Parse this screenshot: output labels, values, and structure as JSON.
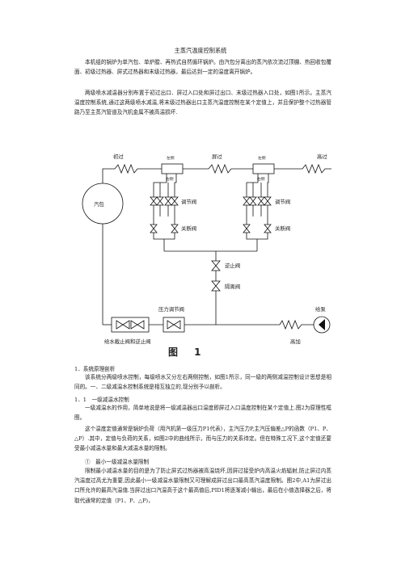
{
  "title": "主蒸汽温度控制系统",
  "intro": [
    "本机组的锅炉为单汽包、单炉膛、再热式自然循环锅炉。由汽包分离出的蒸汽依次流过顶棚、热回收包覆面、初级过热器、屏式过热器和末级过热器，最后达到一定的温度离开锅炉。",
    "两级喷水减温器分别布置于初过出口、屏过入口处和屏过出口、末级过热器入口处，如图1所示。主蒸汽温度控制系统,通过这两级喷水减温,将末级过热器出口主蒸汽温度控制在某个定值上，并且保护整个过热器管路乃至主蒸汽管道及汽机金属不被高温损坏."
  ],
  "diagram": {
    "drum": "汽包",
    "primary_sh": "初过",
    "platen_sh": "屏过",
    "final_sh": "高过",
    "left_side": "左侧",
    "right_side": "右侧",
    "left_side_2": "左侧",
    "right_side_2": "右侧",
    "reg_valve_1": "调节阀",
    "reg_valve_2": "调节阀",
    "shutoff_1": "关断阀",
    "shutoff_2": "关断阀",
    "check_valve": "逆止阀",
    "isolation_valve": "隔离阀",
    "pressure_valve": "压力调节阀",
    "feed_pump": "给泵",
    "feed_check": "给水截止阀和逆止阀",
    "hp_heater": "高加",
    "figure_label": "图  1"
  },
  "section1_heading": "1．系统原理剖析",
  "section1_text": "该系统分两级喷水控制，每级喷水又分左右两侧控制，如图1所示，同一级的两侧减温控制设计思想是相同的。一、二级减温水控制系统是相互独立的,现分别予以剖析。",
  "section11_heading": "1．1　一级减温水控制",
  "section11_p1": "一级减温水的作用，简单地说是将一级减温器出口温度即屏过入口温度控制在某个定值上.图2为原理性框图。",
  "section11_p2": "这个温度定值通常是锅炉负荷（用汽机第一级压力P1代表），主汽压力P,主汽压偏差△P的函数（P1、P、△P）.其中，定值与负荷的关系，如图2中的曲线所示，而与压力的关系待定。但在特殊工况下,这个定值还要受最小减温水量和最大减温水量的限制。",
  "sub1_heading": "①　最小一级减温水量限制",
  "sub1_text": "限制最小减温水量的目的是为了防止屏式过热器被高温烧坏,因屏过接受炉内高温火焰辐射,防止屏过内蒸汽温度过高尤为重要,因此最小一级减温水量限制又可理解成屏过出口最高蒸汽温度限制。图2中,A1为屏过出口所允许的最高汽温值.当屏过出口汽温高于这个最高值后,PID1将逐渐减小输出，最后在小值选择器之后，将取代通常的定值（P1、P、△P)，"
}
